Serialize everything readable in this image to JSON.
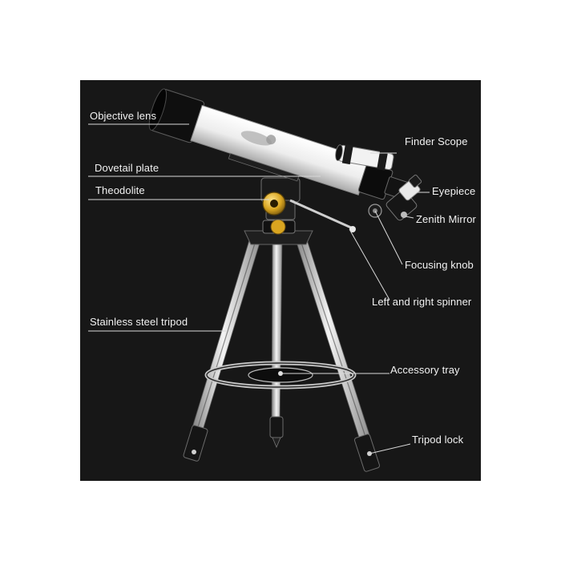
{
  "labels": {
    "objective_lens": "Objective lens",
    "finder_scope": "Finder Scope",
    "dovetail_plate": "Dovetail plate",
    "theodolite": "Theodolite",
    "eyepiece": "Eyepiece",
    "zenith_mirror": "Zenith Mirror",
    "focusing_knob": "Focusing knob",
    "left_right_spinner": "Left and right spinner",
    "stainless_tripod": "Stainless steel tripod",
    "accessory_tray": "Accessory tray",
    "tripod_lock": "Tripod lock"
  },
  "colors": {
    "background": "#171717",
    "tube": "#f4f4f4",
    "metal": "#c9c9c9",
    "brass": "#d9a520",
    "leader_line": "#d8d8d8"
  }
}
